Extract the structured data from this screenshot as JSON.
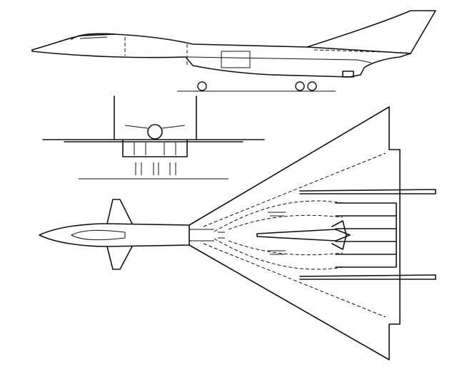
{
  "figure": {
    "views": [
      "side-view",
      "front-view",
      "top-view"
    ],
    "colors": {
      "line": "#111111",
      "background": "#ffffff"
    }
  }
}
